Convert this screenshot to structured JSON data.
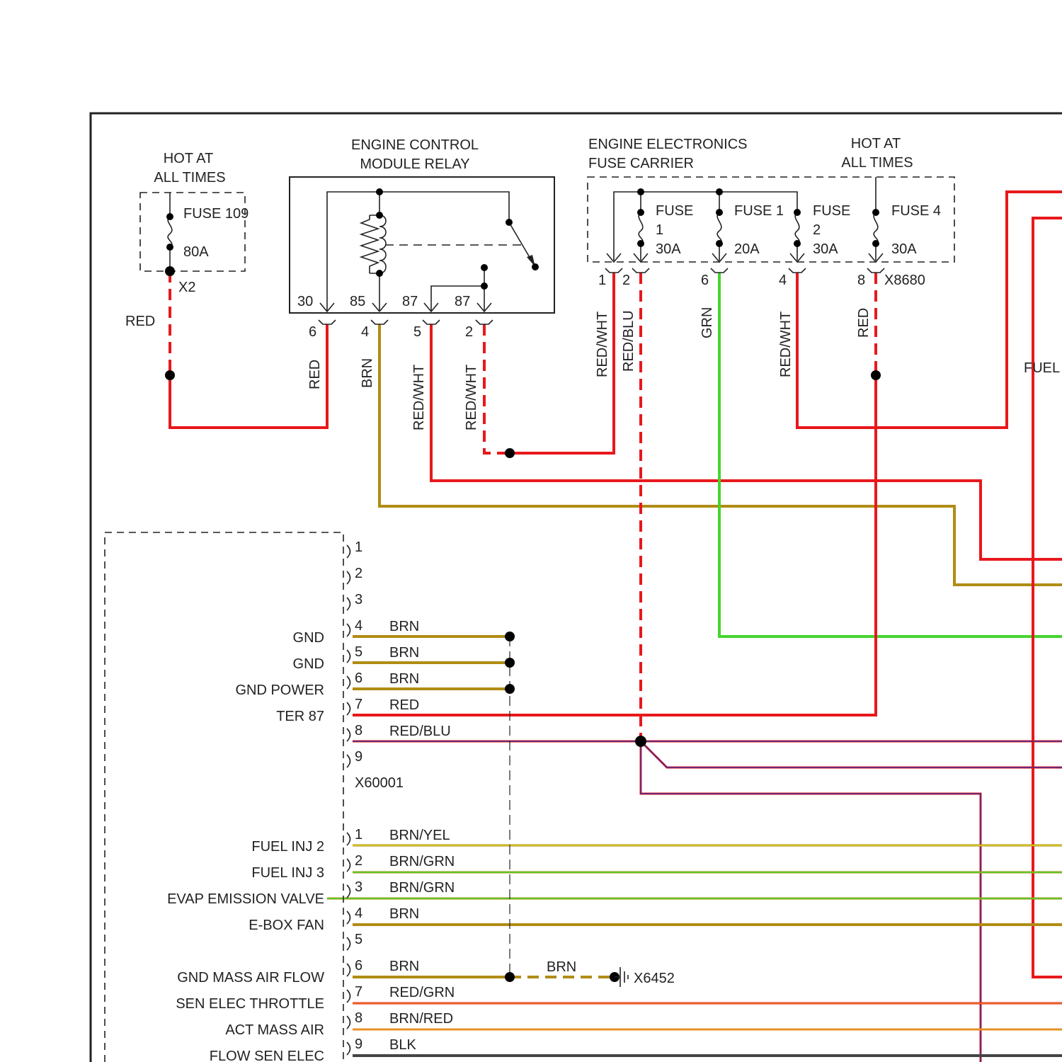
{
  "colors": {
    "red": "#e8181c",
    "brown": "#b08c14",
    "green": "#44d62c",
    "purple": "#4b2a8c",
    "yellow": "#d8d020",
    "orange": "#e89020",
    "black": "#444444"
  },
  "labels": {
    "hot_at_all_times_left": [
      "HOT AT",
      "ALL TIMES"
    ],
    "hot_at_all_times_right": [
      "HOT AT",
      "ALL TIMES"
    ],
    "ecm_relay_title": [
      "ENGINE CONTROL",
      "MODULE RELAY"
    ],
    "fuse_carrier_title": [
      "ENGINE ELECTRONICS",
      "FUSE CARRIER"
    ],
    "fuse109_name": "FUSE 109",
    "fuse109_rating": "80A",
    "x2": "X2",
    "red_left": "RED",
    "fuel_partial": "FUEL",
    "fuse_a_name": [
      "FUSE",
      "1"
    ],
    "fuse_a_rating": "30A",
    "fuse_b_name": "FUSE 1",
    "fuse_b_rating": "20A",
    "fuse_c_name": [
      "FUSE",
      "2"
    ],
    "fuse_c_rating": "30A",
    "fuse_d_name": "FUSE 4",
    "fuse_d_rating": "30A",
    "x8680": "X8680",
    "x60001": "X60001",
    "x6452": "X6452",
    "brn_ground": "BRN"
  },
  "relay_terminals": [
    "30",
    "85",
    "87",
    "87"
  ],
  "relay_pins": [
    "6",
    "4",
    "5",
    "2"
  ],
  "relay_wire_colors": [
    "RED",
    "BRN",
    "RED/WHT",
    "RED/WHT"
  ],
  "fuse_carrier_pins": [
    "1",
    "2",
    "6",
    "4",
    "8"
  ],
  "fuse_carrier_wire_colors": [
    "RED/WHT",
    "RED/BLU",
    "GRN",
    "RED/WHT",
    "RED"
  ],
  "connector_x60001": {
    "pins": [
      {
        "pin": "1",
        "name": "",
        "wire": ""
      },
      {
        "pin": "2",
        "name": "",
        "wire": ""
      },
      {
        "pin": "3",
        "name": "",
        "wire": ""
      },
      {
        "pin": "4",
        "name": "GND",
        "wire": "BRN"
      },
      {
        "pin": "5",
        "name": "GND",
        "wire": "BRN"
      },
      {
        "pin": "6",
        "name": "GND POWER",
        "wire": "BRN"
      },
      {
        "pin": "7",
        "name": "TER 87",
        "wire": "RED"
      },
      {
        "pin": "8",
        "name": "",
        "wire": "RED/BLU"
      },
      {
        "pin": "9",
        "name": "",
        "wire": ""
      }
    ]
  },
  "connector_lower": {
    "pins": [
      {
        "pin": "1",
        "name": "FUEL INJ 2",
        "wire": "BRN/YEL"
      },
      {
        "pin": "2",
        "name": "FUEL INJ 3",
        "wire": "BRN/GRN"
      },
      {
        "pin": "3",
        "name": "EVAP EMISSION VALVE",
        "wire": "BRN/GRN"
      },
      {
        "pin": "4",
        "name": "E-BOX FAN",
        "wire": "BRN"
      },
      {
        "pin": "5",
        "name": "",
        "wire": ""
      },
      {
        "pin": "6",
        "name": "GND MASS AIR FLOW",
        "wire": "BRN"
      },
      {
        "pin": "7",
        "name": "SEN ELEC THROTTLE",
        "wire": "RED/GRN"
      },
      {
        "pin": "8",
        "name": "ACT MASS AIR",
        "wire": "BRN/RED"
      },
      {
        "pin": "9",
        "name": "FLOW SEN ELEC",
        "wire": "BLK"
      }
    ]
  }
}
